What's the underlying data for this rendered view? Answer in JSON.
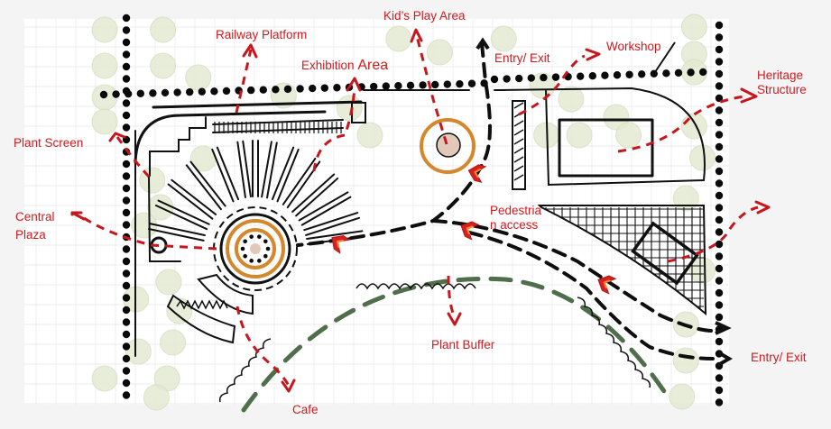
{
  "diagram": {
    "type": "site-plan-sketch",
    "colors": {
      "annotation": "#c8161d",
      "play_ring": "#d3882d",
      "plant_buffer": "#4f6e4b",
      "entry_marker": "#d8201f",
      "entry_marker_inner": "#f08a2c",
      "tree": "#e3ead2",
      "page_background": "#f4f4f4"
    },
    "labels": {
      "railway_platform": "Railway Platform",
      "exhibition": "Exhibition",
      "exhibition_area": "Area",
      "kids_play_area": "Kid’s Play Area",
      "entry_exit_top": "Entry/ Exit",
      "workshop": "Workshop",
      "heritage_line1": "Heritage",
      "heritage_line2": "Structure",
      "plant_screen": "Plant Screen",
      "central_line1": "Central",
      "central_line2": "Plaza",
      "pedestrian_line1": "Pedestria",
      "pedestrian_line2": "n access",
      "plant_buffer": "Plant Buffer",
      "entry_exit_right": "Entry/ Exit",
      "cafe": "Cafe"
    },
    "legend_items": [
      {
        "symbol": "red-dashed-arrow",
        "meaning": "annotation leader"
      },
      {
        "symbol": "black-dotted-line",
        "meaning": "site boundary"
      },
      {
        "symbol": "black-dashed-arrow",
        "meaning": "pedestrian route"
      },
      {
        "symbol": "red-chevron-marker",
        "meaning": "pedestrian access point"
      },
      {
        "symbol": "green-dashed-arc",
        "meaning": "plant buffer"
      },
      {
        "symbol": "orange-rings",
        "meaning": "central plaza / play area"
      }
    ]
  }
}
